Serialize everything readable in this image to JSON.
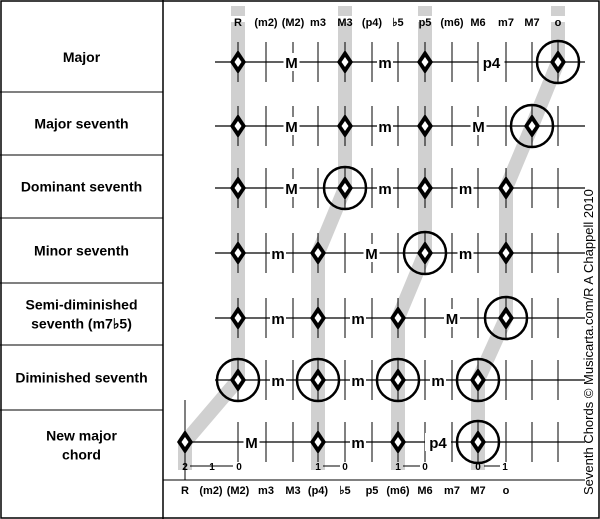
{
  "row_labels": [
    [
      "Major"
    ],
    [
      "Major seventh"
    ],
    [
      "Dominant seventh"
    ],
    [
      "Minor seventh"
    ],
    [
      "Semi-diminished",
      "seventh (m7♭5)"
    ],
    [
      "Diminished seventh"
    ],
    [
      "New major",
      "chord"
    ]
  ],
  "top_columns": [
    "R",
    "(m2)",
    "(M2)",
    "m3",
    "M3",
    "(p4)",
    "♭5",
    "p5",
    "(m6)",
    "M6",
    "m7",
    "M7",
    "o"
  ],
  "bottom_columns": [
    "R",
    "(m2)",
    "(M2)",
    "m3",
    "M3",
    "(p4)",
    "♭5",
    "p5",
    "(m6)",
    "M6",
    "m7",
    "M7",
    "o"
  ],
  "rows": [
    {
      "notes": [
        0,
        4,
        7,
        12
      ],
      "circled": [
        12
      ],
      "intervals": [
        "M",
        "m",
        "p4"
      ]
    },
    {
      "notes": [
        0,
        4,
        7,
        11
      ],
      "circled": [
        11
      ],
      "intervals": [
        "M",
        "m",
        "M"
      ]
    },
    {
      "notes": [
        0,
        4,
        7,
        10
      ],
      "circled": [
        4
      ],
      "intervals": [
        "M",
        "m",
        "m"
      ]
    },
    {
      "notes": [
        0,
        3,
        7,
        10
      ],
      "circled": [
        7
      ],
      "intervals": [
        "m",
        "M",
        "m"
      ]
    },
    {
      "notes": [
        0,
        3,
        6,
        10
      ],
      "circled": [
        10
      ],
      "intervals": [
        "m",
        "m",
        "M"
      ]
    },
    {
      "notes": [
        0,
        3,
        6,
        9
      ],
      "circled": [
        0,
        3,
        6,
        9
      ],
      "intervals": [
        "m",
        "m",
        "m"
      ]
    },
    {
      "notes": [
        -1,
        3,
        6,
        9
      ],
      "circled": [
        9
      ],
      "intervals": [
        "M",
        "m",
        "p4"
      ]
    }
  ],
  "step_annotations": [
    {
      "from_col": 0,
      "to_col": -1,
      "labels": [
        "2",
        "1",
        "0"
      ]
    },
    {
      "from_col": 3,
      "to_col": 3,
      "labels": [
        "1",
        "0"
      ]
    },
    {
      "from_col": 6,
      "to_col": 6,
      "labels": [
        "1",
        "0"
      ]
    },
    {
      "from_col": 9,
      "to_col": 9,
      "labels": [
        "0",
        "1"
      ]
    }
  ],
  "credit": "Seventh Chords © Musicarta.com/R A Chappell 2010"
}
